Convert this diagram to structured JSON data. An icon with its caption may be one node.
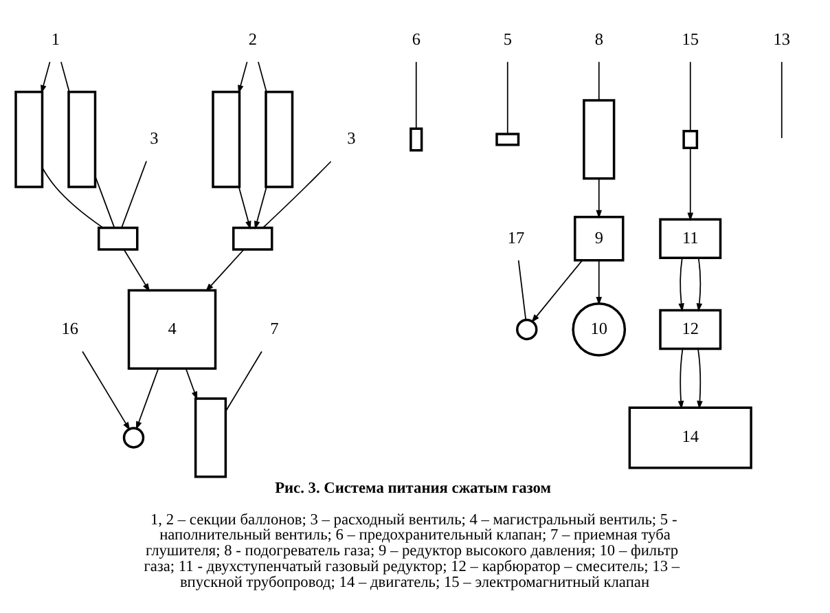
{
  "diagram": {
    "title": "Рис. 3. Система питания сжатым газом",
    "caption": "1, 2 – секции баллонов; 3 – расходный вентиль; 4 – магистральный вентиль; 5 - наполнительный вентиль; 6 – предохранительный клапан; 7 – приемная туба глушителя; 8 - подогреватель газа; 9 – редуктор высокого давления; 10 – фильтр газа; 11 - двухступенчатый газовый редуктор; 12 – карбюратор – смеситель; 13 – впускной трубопровод; 14 – двигатель; 15 – электромагнитный клапан",
    "nodes": [
      {
        "text": [
          "1"
        ]
      },
      {
        "text": [],
        "shape": "box"
      },
      {
        "text": [],
        "shape": "box"
      },
      {
        "text": [
          "2"
        ]
      },
      {
        "text": [],
        "shape": "box"
      },
      {
        "text": [],
        "shape": "box"
      },
      {
        "text": [],
        "shape": "box"
      },
      {
        "text": [
          "3"
        ]
      },
      {
        "text": [],
        "shape": "box"
      },
      {
        "text": [
          "3"
        ]
      },
      {
        "text": [
          "4"
        ]
      },
      {
        "text": [],
        "shape": "circle"
      },
      {
        "text": [
          "16"
        ]
      },
      {
        "text": [],
        "shape": "box"
      },
      {
        "text": [
          "6"
        ]
      },
      {
        "text": [],
        "shape": "box"
      },
      {
        "text": [
          "5"
        ]
      },
      {
        "text": [],
        "shape": "box"
      },
      {
        "text": [],
        "shape": "box"
      },
      {
        "text": [
          "8"
        ]
      },
      {
        "text": [
          "7"
        ]
      },
      {
        "text": [
          "9"
        ]
      },
      {
        "text": [],
        "shape": "circle"
      },
      {
        "text": [
          "17"
        ]
      },
      {
        "text": [
          "10"
        ]
      },
      {
        "text": [],
        "shape": "box"
      },
      {
        "text": [
          "15"
        ]
      },
      {
        "text": [
          "11"
        ]
      },
      {
        "text": [
          "12"
        ]
      },
      {
        "text": [
          "14"
        ]
      },
      {
        "text": [
          "13"
        ]
      }
    ],
    "edges": [
      {
        "from": 0,
        "to": 1,
        "arrow": "to"
      },
      {
        "from": 0,
        "to": 2,
        "arrow": "none"
      },
      {
        "from": 3,
        "to": 4,
        "arrow": "to"
      },
      {
        "from": 3,
        "to": 5,
        "arrow": "none"
      },
      {
        "from": 1,
        "to": 6,
        "arrow": "none"
      },
      {
        "from": 2,
        "to": 6,
        "arrow": "none"
      },
      {
        "from": 4,
        "to": 8,
        "arrow": "to"
      },
      {
        "from": 5,
        "to": 8,
        "arrow": "to"
      },
      {
        "from": 7,
        "to": 6,
        "arrow": "none"
      },
      {
        "from": 9,
        "to": 8,
        "arrow": "none"
      },
      {
        "from": 6,
        "to": 10,
        "arrow": "to"
      },
      {
        "from": 8,
        "to": 10,
        "arrow": "to"
      },
      {
        "from": 10,
        "to": 11,
        "arrow": "to"
      },
      {
        "from": 12,
        "to": 11,
        "arrow": "to"
      },
      {
        "from": 14,
        "to": 13,
        "arrow": "none"
      },
      {
        "from": 16,
        "to": 15,
        "arrow": "none"
      },
      {
        "from": 10,
        "to": 18,
        "arrow": "to"
      },
      {
        "from": 19,
        "to": 17,
        "arrow": "none"
      },
      {
        "from": 20,
        "to": 18,
        "arrow": "none"
      },
      {
        "from": 17,
        "to": 21,
        "arrow": "to"
      },
      {
        "from": 21,
        "to": 22,
        "arrow": "to"
      },
      {
        "from": 23,
        "to": 22,
        "arrow": "none"
      },
      {
        "from": 21,
        "to": 24,
        "arrow": "to"
      },
      {
        "from": 26,
        "to": 25,
        "arrow": "none"
      },
      {
        "from": 25,
        "to": 27,
        "arrow": "to"
      },
      {
        "from": 27,
        "to": 28,
        "arrow": "to"
      },
      {
        "from": 27,
        "to": 28,
        "arrow": "to"
      },
      {
        "from": 28,
        "to": 29,
        "arrow": "to"
      },
      {
        "from": 28,
        "to": 29,
        "arrow": "to"
      },
      {
        "from": 30,
        "to": null,
        "arrow": "none"
      }
    ]
  }
}
